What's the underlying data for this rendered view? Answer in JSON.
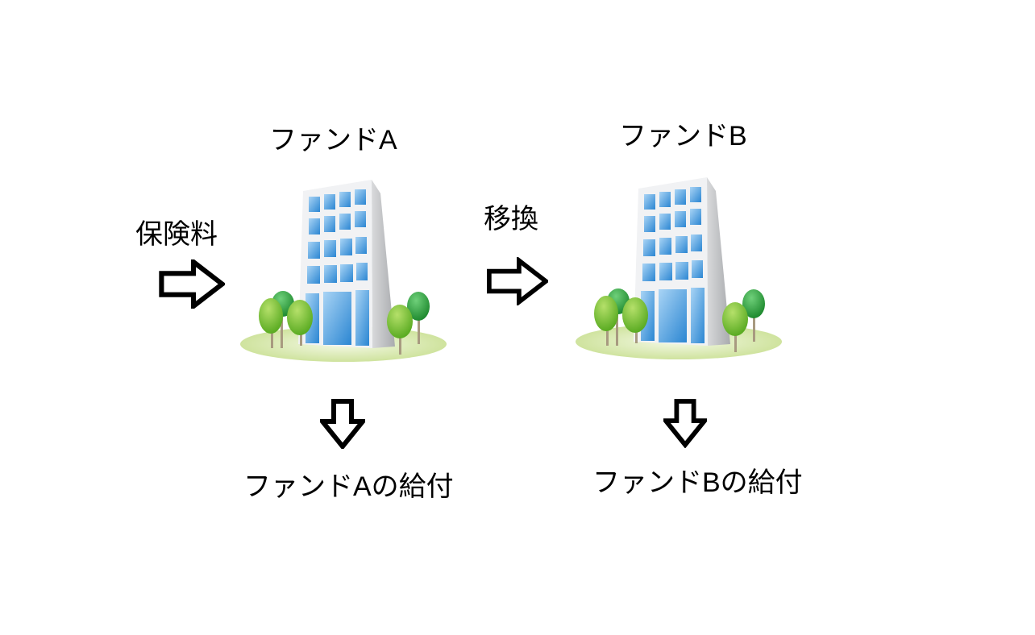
{
  "fund_a": {
    "title": "ファンドA",
    "benefit": "ファンドAの給付"
  },
  "fund_b": {
    "title": "ファンドB",
    "benefit": "ファンドBの給付"
  },
  "inputs": {
    "premium": "保険料",
    "transfer": "移換"
  },
  "icons": {
    "building": "office-building-icon",
    "arrow_right": "outline-arrow-right-icon",
    "arrow_down": "outline-arrow-down-icon"
  },
  "colors": {
    "glass": "#4a9ee0",
    "tree": "#7cc431",
    "tree_dark": "#2f9e3a",
    "ground": "#dcebb8"
  }
}
